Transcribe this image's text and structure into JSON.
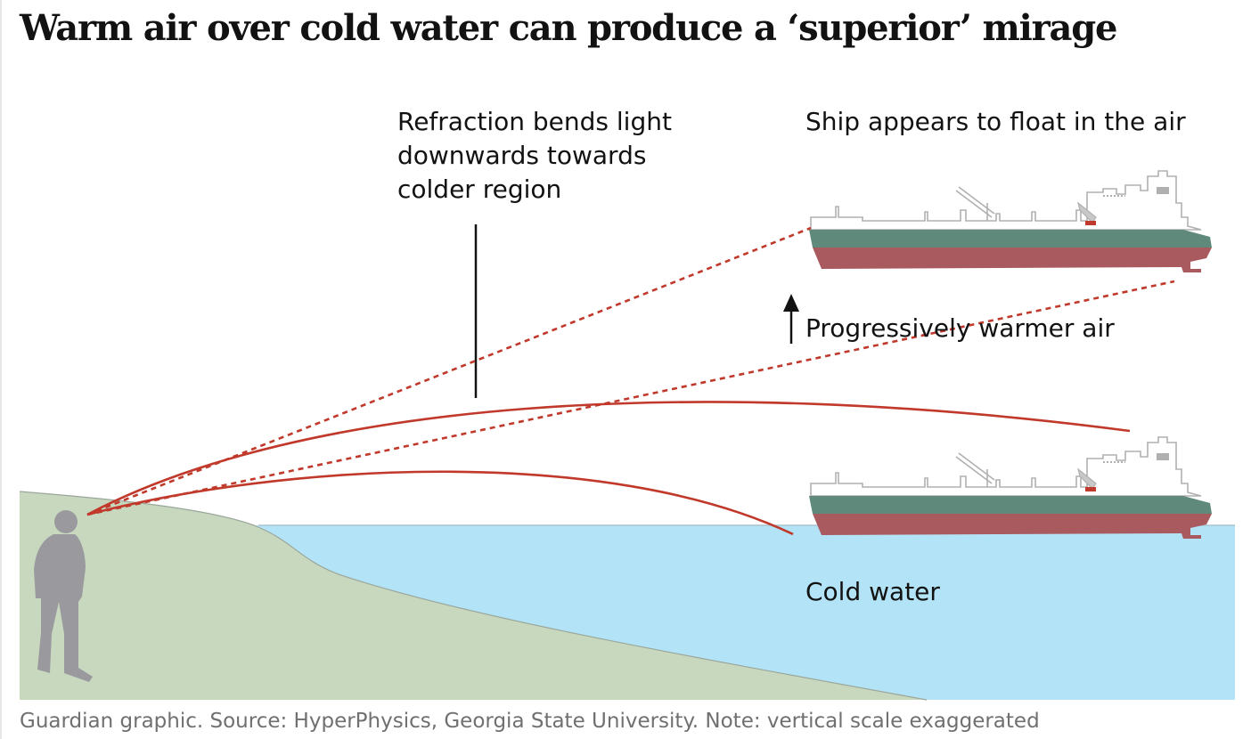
{
  "title": "Warm air over cold water can produce a ‘superior’ mirage",
  "labels": {
    "refraction_line1": "Refraction bends light",
    "refraction_line2": "downwards towards",
    "refraction_line3": "colder region",
    "ship_floats": "Ship appears to float in the air",
    "warmer_air": "Progressively warmer air",
    "cold_water": "Cold water"
  },
  "caption": "Guardian graphic. Source: HyperPhysics, Georgia State University. Note: vertical scale exaggerated",
  "colors": {
    "land": "#c8d8bf",
    "water": "#b3e3f6",
    "light_ray": "#c0392b",
    "ship_hull_top": "#5f8a7b",
    "ship_hull_bottom": "#a85a5e",
    "person": "#9a9a9e",
    "text": "#121212",
    "caption": "#707070"
  }
}
